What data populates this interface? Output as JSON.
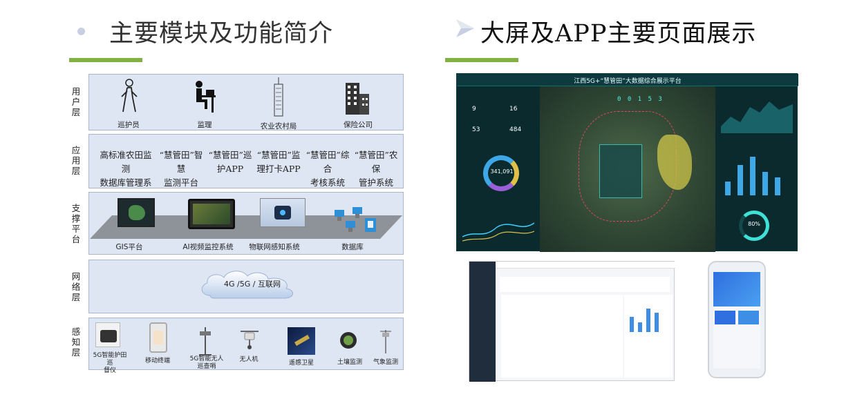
{
  "left": {
    "title": "主要模块及功能简介",
    "layers": {
      "user": "用户层",
      "app": "应用层",
      "support": "支撑平台",
      "network": "网络层",
      "sense": "感知层"
    },
    "user_items": [
      "巡护员",
      "监理",
      "农业农村局",
      "保险公司"
    ],
    "app_items": [
      [
        "高标准农田监测",
        "数据库管理系统"
      ],
      [
        "“慧管田”智慧",
        "监测平台"
      ],
      [
        "“慧管田”巡",
        "护APP"
      ],
      [
        "“慧管田”监",
        "理打卡APP"
      ],
      [
        "“慧管田”综合",
        "考核系统"
      ],
      [
        "“慧管田”农保",
        "管护系统"
      ]
    ],
    "support_items": [
      "GIS平台",
      "AI视频监控系统",
      "物联网感知系统",
      "数据库"
    ],
    "network_text": "4G /5G / 互联网",
    "sense_items": [
      [
        "5G智能护田巡",
        "督仪"
      ],
      [
        "移动终端"
      ],
      [
        "5G智能无人",
        "巡查哨"
      ],
      [
        "无人机"
      ],
      [
        "遥感卫星"
      ],
      [
        "土壤监测"
      ],
      [
        "气象监测"
      ]
    ]
  },
  "right": {
    "title": "大屏及APP主要页面展示",
    "dashboard": {
      "title": "江西5G+“慧管田”大数据综合展示平台",
      "counter": "341,091",
      "percent": "80%",
      "stats": [
        "9",
        "16",
        "53",
        "484"
      ],
      "top_counter": "0 0 1 5 3"
    }
  },
  "colors": {
    "accent_green": "#7fb241",
    "layer_bg": "#dfe6f3",
    "dash_bg": "#0a2a2e"
  }
}
